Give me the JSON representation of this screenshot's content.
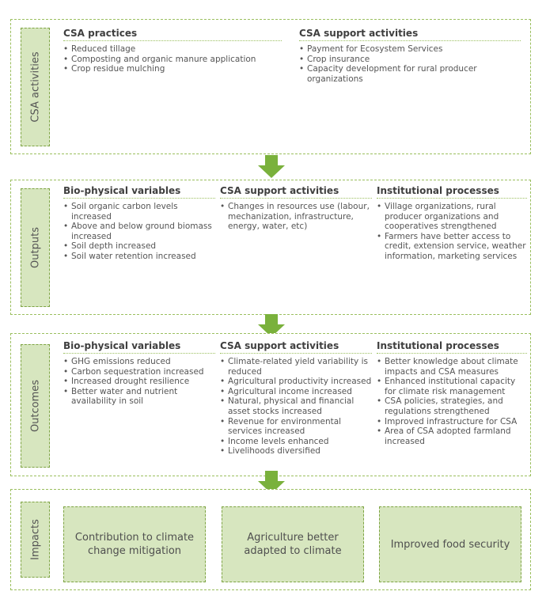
{
  "activities": {
    "tab_label": "CSA activities",
    "col1": {
      "title": "CSA practices",
      "items": [
        "Reduced tillage",
        "Composting and organic manure application",
        "Crop residue mulching"
      ]
    },
    "col2": {
      "title": "CSA support activities",
      "items": [
        "Payment for Ecosystem Services",
        "Crop insurance",
        "Capacity development for rural producer organizations"
      ]
    }
  },
  "outputs": {
    "tab_label": "Outputs",
    "col1": {
      "title": "Bio-physical variables",
      "items": [
        "Soil organic carbon levels increased",
        "Above and below ground biomass increased",
        "Soil depth increased",
        "Soil water retention increased"
      ]
    },
    "col2": {
      "title": "CSA support activities",
      "items": [
        "Changes in resources use (labour, mechanization, infrastructure, energy, water, etc)"
      ]
    },
    "col3": {
      "title": "Institutional processes",
      "items": [
        "Village organizations, rural producer organizations and cooperatives strengthened",
        "Farmers have better access to credit, extension service, weather information, marketing services"
      ]
    }
  },
  "outcomes": {
    "tab_label": "Outcomes",
    "col1": {
      "title": "Bio-physical variables",
      "items": [
        "GHG emissions reduced",
        "Carbon sequestration increased",
        "Increased drought resilience",
        "Better water and nutrient availability in soil"
      ]
    },
    "col2": {
      "title": "CSA support activities",
      "items": [
        "Climate-related yield variability is reduced",
        "Agricultural productivity increased",
        "Agricultural income increased",
        "Natural, physical and financial asset stocks increased",
        "Revenue for environmental services increased",
        "Income levels enhanced",
        "Livelihoods diversified"
      ]
    },
    "col3": {
      "title": "Institutional processes",
      "items": [
        "Better knowledge about climate impacts and CSA measures",
        "Enhanced institutional capacity for climate risk management",
        "CSA policies, strategies, and regulations strengthened",
        "Improved infrastructure for CSA",
        "Area of CSA adopted farmland increased"
      ]
    }
  },
  "impacts": {
    "tab_label": "Impacts",
    "boxes": [
      "Contribution to climate change mitigation",
      "Agriculture better adapted to climate",
      "Improved food security"
    ]
  },
  "colors": {
    "accent": "#7ab13c",
    "border": "#9bbf5e",
    "fill": "#d7e6bf"
  }
}
